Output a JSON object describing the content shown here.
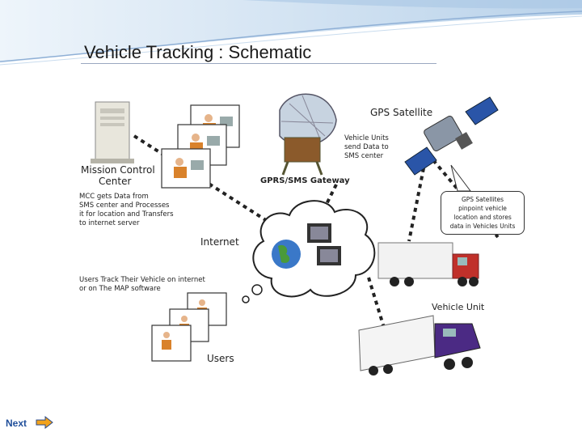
{
  "title": "Vehicle Tracking : Schematic",
  "labels": {
    "gps_satellite": "GPS  Satellite",
    "vehicle_units_send": [
      "Vehicle Units",
      "send Data to",
      "SMS center"
    ],
    "gateway": "GPRS/SMS Gateway",
    "mission_control": [
      "Mission Control",
      "Center"
    ],
    "mcc_gets": [
      "MCC gets Data from",
      "SMS center and Processes",
      "it for location and Transfers",
      "to internet server"
    ],
    "internet": "Internet",
    "users_track": [
      "Users Track Their Vehicle on internet",
      "or  on The MAP software"
    ],
    "vehicle_unit": "Vehicle Unit",
    "users": "Users",
    "satellite_callout": [
      "GPS Satellites",
      "pinpoint vehicle",
      "location and stores",
      "data in Vehicles Units"
    ]
  },
  "nav": {
    "next_label": "Next"
  },
  "colors": {
    "banner": "#cfe0f0",
    "link": "#1f4e9a",
    "arrow": "#f2a21b"
  }
}
